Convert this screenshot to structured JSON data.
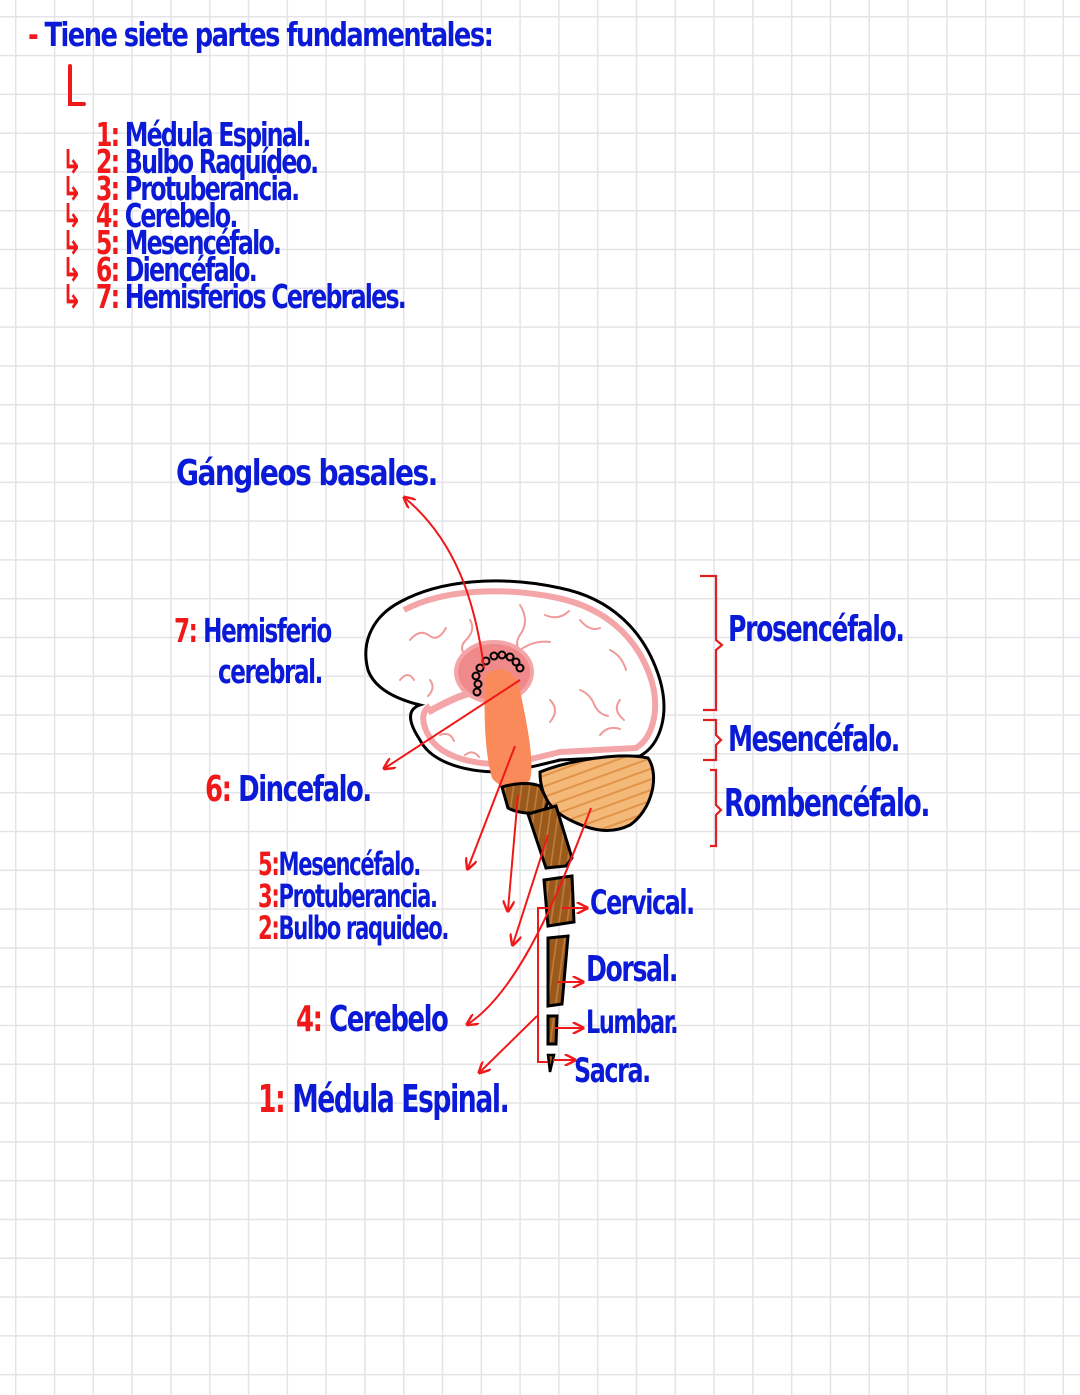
{
  "header": {
    "dash": "-",
    "title": "Tiene siete partes fundamentales:"
  },
  "parts_list": [
    {
      "num": "1:",
      "label": "Médula Espinal."
    },
    {
      "num": "2:",
      "label": "Bulbo Raquídeo."
    },
    {
      "num": "3:",
      "label": "Protuberancia."
    },
    {
      "num": "4:",
      "label": "Cerebelo."
    },
    {
      "num": "5:",
      "label": "Mesencéfalo."
    },
    {
      "num": "6:",
      "label": "Diencéfalo."
    },
    {
      "num": "7:",
      "label": "Hemisferios Cerebrales."
    }
  ],
  "list_arrow_icon": "↳",
  "diagram": {
    "labels": {
      "ganglios": "Gángleos basales.",
      "hemisferio_num": "7:",
      "hemisferio_line1": "Hemisferio",
      "hemisferio_line2": "cerebral.",
      "diencefalo_num": "6:",
      "diencefalo": "Dincefalo.",
      "mesencefalo_num": "5:",
      "mesencefalo": "Mesencéfalo.",
      "protuberancia_num": "3:",
      "protuberancia": "Protuberancia.",
      "bulbo_num": "2:",
      "bulbo": "Bulbo raquideo.",
      "cerebelo_num": "4:",
      "cerebelo": "Cerebelo",
      "medula_num": "1:",
      "medula": "Médula Espinal."
    },
    "spine_regions": [
      "Cervical.",
      "Dorsal.",
      "Lumbar.",
      "Sacra."
    ],
    "brain_divisions": [
      "Prosencéfalo.",
      "Mesencéfalo.",
      "Rombencéfalo."
    ]
  },
  "colors": {
    "ink_blue": "#0a1ad6",
    "ink_red": "#f01818",
    "brain_pink": "#f4a5a8",
    "diencephalon_orange": "#fb8a5a",
    "brainstem_brown": "#9a5a1c",
    "cerebellum_tan": "#f0b070",
    "grid": "#e4e4e8"
  }
}
